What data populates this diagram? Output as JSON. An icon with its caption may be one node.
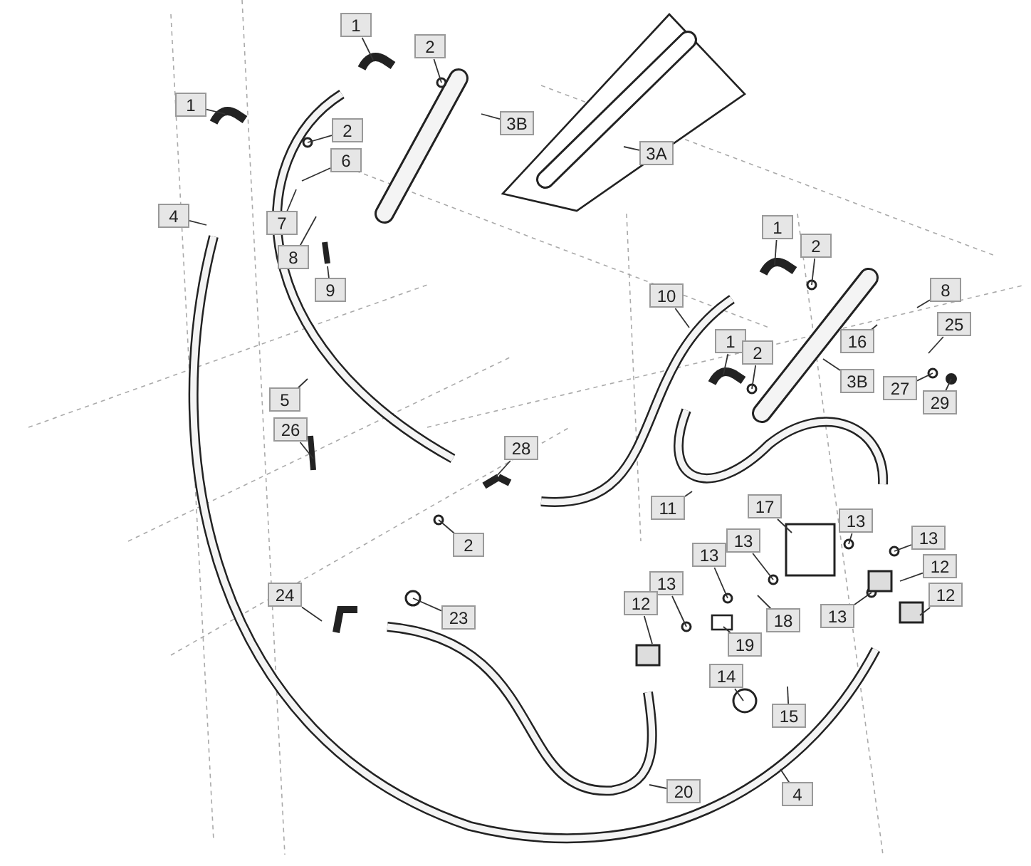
{
  "diagram": {
    "nodes": [
      {
        "text": [],
        "shape": "box"
      },
      {
        "text": [
          "1"
        ]
      },
      {
        "text": [
          "2"
        ]
      },
      {
        "text": [
          "3B"
        ]
      },
      {
        "text": [
          "1"
        ]
      },
      {
        "text": [
          "2"
        ]
      },
      {
        "text": [
          "6"
        ]
      },
      {
        "text": [
          "7"
        ]
      },
      {
        "text": [
          "8"
        ]
      },
      {
        "text": [
          "9"
        ]
      },
      {
        "text": [
          "3A"
        ],
        "in": 0
      },
      {
        "text": [
          "4"
        ]
      },
      {
        "text": [
          "10"
        ]
      },
      {
        "text": [
          "1"
        ]
      },
      {
        "text": [
          "2"
        ]
      },
      {
        "text": [
          "8"
        ]
      },
      {
        "text": [
          "25"
        ]
      },
      {
        "text": [
          "16"
        ]
      },
      {
        "text": [
          "1"
        ]
      },
      {
        "text": [
          "2"
        ]
      },
      {
        "text": [
          "3B"
        ]
      },
      {
        "text": [
          "27"
        ]
      },
      {
        "text": [
          "29"
        ]
      },
      {
        "text": [
          "5"
        ]
      },
      {
        "text": [
          "26"
        ]
      },
      {
        "text": [
          "28"
        ]
      },
      {
        "text": [
          "11"
        ]
      },
      {
        "text": [
          "17"
        ]
      },
      {
        "text": [
          "13"
        ]
      },
      {
        "text": [
          "13"
        ]
      },
      {
        "text": [
          "13"
        ]
      },
      {
        "text": [
          "2"
        ]
      },
      {
        "text": [
          "12"
        ]
      },
      {
        "text": [
          "13"
        ]
      },
      {
        "text": [
          "12"
        ]
      },
      {
        "text": [
          "13"
        ]
      },
      {
        "text": [
          "13"
        ]
      },
      {
        "text": [
          "18"
        ]
      },
      {
        "text": [
          "24"
        ]
      },
      {
        "text": [
          "12"
        ]
      },
      {
        "text": [
          "23"
        ]
      },
      {
        "text": [
          "19"
        ]
      },
      {
        "text": [
          "14"
        ]
      },
      {
        "text": [
          "15"
        ]
      },
      {
        "text": [
          "20"
        ]
      },
      {
        "text": [
          "4"
        ]
      }
    ],
    "edges": [
      {
        "from": 1,
        "to": null,
        "arrow": "none"
      },
      {
        "from": 2,
        "to": null,
        "arrow": "none"
      },
      {
        "from": 3,
        "to": null,
        "arrow": "none"
      },
      {
        "from": 4,
        "to": null,
        "arrow": "none"
      },
      {
        "from": 5,
        "to": null,
        "arrow": "none"
      },
      {
        "from": 6,
        "to": null,
        "arrow": "none"
      },
      {
        "from": 7,
        "to": null,
        "arrow": "none"
      },
      {
        "from": 8,
        "to": null,
        "arrow": "none"
      },
      {
        "from": 9,
        "to": null,
        "arrow": "none"
      },
      {
        "from": 10,
        "to": null,
        "arrow": "none"
      },
      {
        "from": 11,
        "to": null,
        "arrow": "none"
      },
      {
        "from": 12,
        "to": null,
        "arrow": "none"
      },
      {
        "from": 13,
        "to": null,
        "arrow": "none"
      },
      {
        "from": 14,
        "to": null,
        "arrow": "none"
      },
      {
        "from": 15,
        "to": null,
        "arrow": "none"
      },
      {
        "from": 16,
        "to": null,
        "arrow": "none"
      },
      {
        "from": 17,
        "to": null,
        "arrow": "none"
      },
      {
        "from": 18,
        "to": null,
        "arrow": "none"
      },
      {
        "from": 19,
        "to": null,
        "arrow": "none"
      },
      {
        "from": 20,
        "to": null,
        "arrow": "none"
      },
      {
        "from": 21,
        "to": null,
        "arrow": "none"
      },
      {
        "from": 22,
        "to": null,
        "arrow": "none"
      },
      {
        "from": 23,
        "to": null,
        "arrow": "none"
      },
      {
        "from": 24,
        "to": null,
        "arrow": "none"
      },
      {
        "from": 25,
        "to": null,
        "arrow": "none"
      },
      {
        "from": 26,
        "to": null,
        "arrow": "none"
      },
      {
        "from": 27,
        "to": null,
        "arrow": "none"
      },
      {
        "from": 28,
        "to": null,
        "arrow": "none"
      },
      {
        "from": 29,
        "to": null,
        "arrow": "none"
      },
      {
        "from": 30,
        "to": null,
        "arrow": "none"
      },
      {
        "from": 31,
        "to": null,
        "arrow": "none"
      },
      {
        "from": 32,
        "to": null,
        "arrow": "none"
      },
      {
        "from": 33,
        "to": null,
        "arrow": "none"
      },
      {
        "from": 34,
        "to": null,
        "arrow": "none"
      },
      {
        "from": 35,
        "to": null,
        "arrow": "none"
      },
      {
        "from": 36,
        "to": null,
        "arrow": "none"
      },
      {
        "from": 37,
        "to": null,
        "arrow": "none"
      },
      {
        "from": 38,
        "to": null,
        "arrow": "none"
      },
      {
        "from": 39,
        "to": null,
        "arrow": "none"
      },
      {
        "from": 40,
        "to": null,
        "arrow": "none"
      },
      {
        "from": 41,
        "to": null,
        "arrow": "none"
      },
      {
        "from": 42,
        "to": null,
        "arrow": "none"
      },
      {
        "from": 43,
        "to": null,
        "arrow": "none"
      },
      {
        "from": 44,
        "to": null,
        "arrow": "none"
      },
      {
        "from": 45,
        "to": null,
        "arrow": "none"
      }
    ]
  }
}
